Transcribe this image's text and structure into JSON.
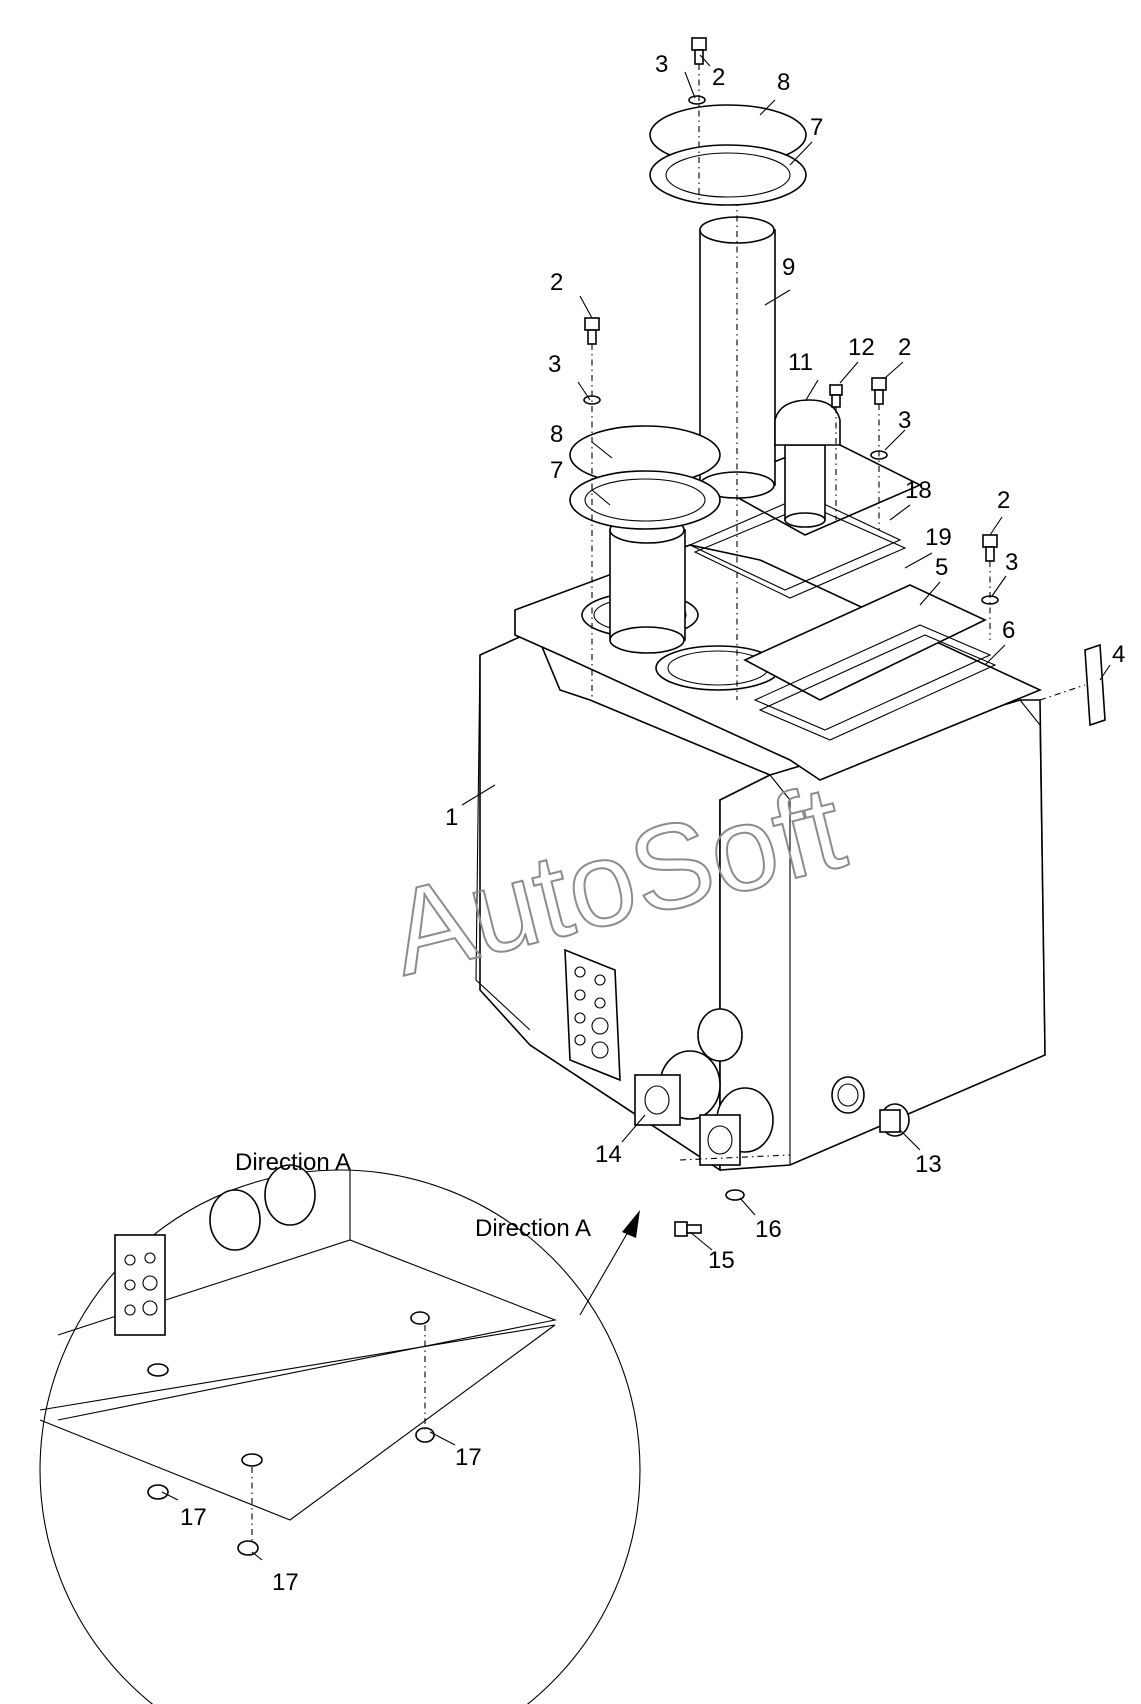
{
  "watermark": "AutoSoft",
  "view_captions": {
    "direction_arrow": "Direction A",
    "detail_title": "Direction A"
  },
  "callouts": [
    {
      "id": "c-2-top",
      "text": "2"
    },
    {
      "id": "c-3-top",
      "text": "3"
    },
    {
      "id": "c-8-top",
      "text": "8"
    },
    {
      "id": "c-7-top",
      "text": "7"
    },
    {
      "id": "c-9",
      "text": "9"
    },
    {
      "id": "c-2-left",
      "text": "2"
    },
    {
      "id": "c-3-left",
      "text": "3"
    },
    {
      "id": "c-8-left",
      "text": "8"
    },
    {
      "id": "c-7-left",
      "text": "7"
    },
    {
      "id": "c-11",
      "text": "11"
    },
    {
      "id": "c-12",
      "text": "12"
    },
    {
      "id": "c-2-mid",
      "text": "2"
    },
    {
      "id": "c-3-mid",
      "text": "3"
    },
    {
      "id": "c-18",
      "text": "18"
    },
    {
      "id": "c-19",
      "text": "19"
    },
    {
      "id": "c-2-right",
      "text": "2"
    },
    {
      "id": "c-3-right",
      "text": "3"
    },
    {
      "id": "c-5",
      "text": "5"
    },
    {
      "id": "c-6",
      "text": "6"
    },
    {
      "id": "c-4",
      "text": "4"
    },
    {
      "id": "c-1",
      "text": "1"
    },
    {
      "id": "c-14",
      "text": "14"
    },
    {
      "id": "c-13",
      "text": "13"
    },
    {
      "id": "c-16",
      "text": "16"
    },
    {
      "id": "c-15",
      "text": "15"
    },
    {
      "id": "c-17-a",
      "text": "17"
    },
    {
      "id": "c-17-b",
      "text": "17"
    },
    {
      "id": "c-17-c",
      "text": "17"
    }
  ]
}
